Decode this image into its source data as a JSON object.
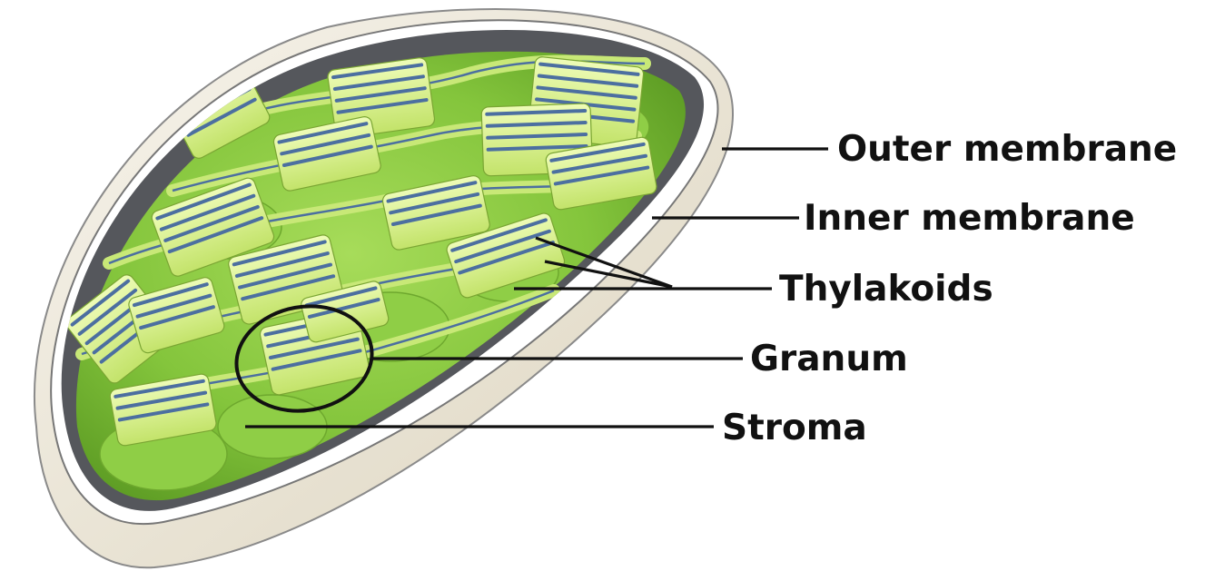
{
  "diagram": {
    "labels": {
      "outer_membrane": "Outer membrane",
      "inner_membrane": "Inner membrane",
      "thylakoids": "Thylakoids",
      "granum": "Granum",
      "stroma": "Stroma"
    },
    "colors": {
      "stroma_green": "#7cc23a",
      "thylakoid_light": "#d8f089",
      "thylakoid_stripe": "#4c6fa0",
      "outer_body": "#e9e3d3",
      "inner_gray": "#55575c",
      "text": "#111111"
    }
  }
}
